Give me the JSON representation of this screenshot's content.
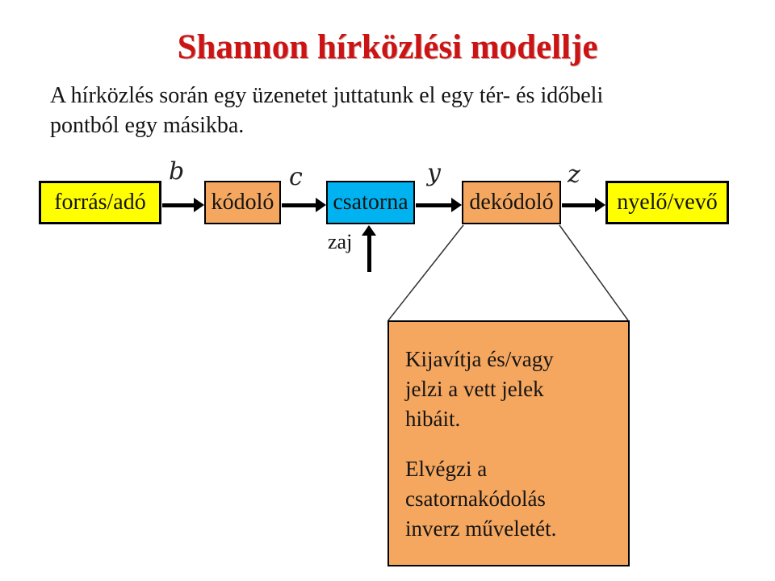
{
  "slide": {
    "title": "Shannon hírközlési modellje",
    "title_color": "#cc1414",
    "background_color": "#ffffff"
  },
  "intro": {
    "lines": [
      "A hírközlés során egy üzenetet juttatunk el egy tér- és időbeli",
      "pontból egy másikba."
    ]
  },
  "diagram": {
    "boxes": [
      {
        "label": "forrás/adó",
        "color": "#ffff00"
      },
      {
        "label": "kódoló",
        "color": "#f5a75f"
      },
      {
        "label": "csatorna",
        "color": "#00b3f0"
      },
      {
        "label": "dekódoló",
        "color": "#f5a75f"
      },
      {
        "label": "nyelő/vevő",
        "color": "#ffff00"
      }
    ],
    "arrow_labels": [
      "b",
      "c",
      "y",
      "z"
    ],
    "noise_label": "zaj"
  },
  "callout": {
    "color": "#f5a75f",
    "p1_lines": [
      "Kijavítja és/vagy",
      "jelzi a vett jelek",
      "hibáit."
    ],
    "p2_lines": [
      "Elvégzi a",
      "csatornakódolás",
      "inverz műveletét."
    ]
  }
}
